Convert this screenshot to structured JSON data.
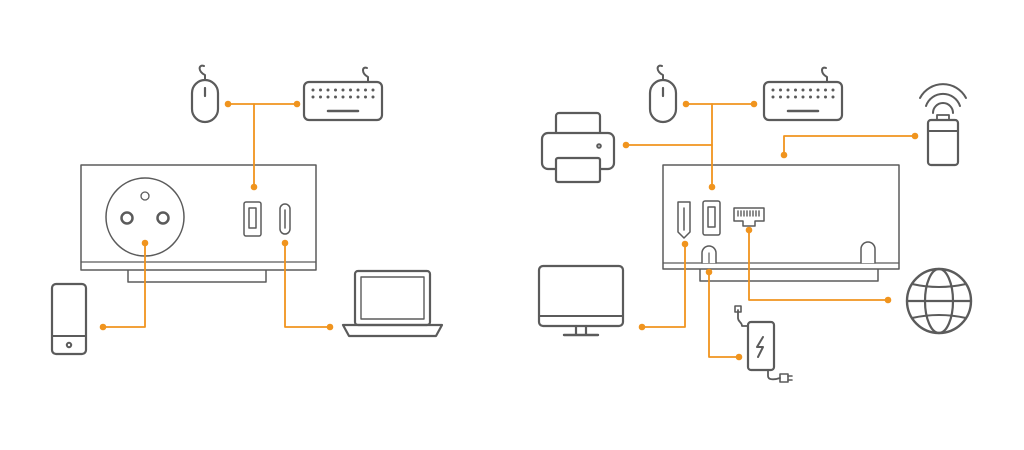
{
  "colors": {
    "device": "#5b5b5b",
    "wire": "#f0941e",
    "background": "#ffffff",
    "fill": "#ffffff"
  },
  "diagrams": [
    {
      "id": "socket-hub",
      "components": [
        "power-socket",
        "usb-a-port",
        "usb-c-port"
      ],
      "connections": [
        {
          "from": "usb-a-port",
          "to": "mouse-icon"
        },
        {
          "from": "usb-a-port",
          "to": "keyboard-icon"
        },
        {
          "from": "power-socket",
          "to": "smartphone-icon"
        },
        {
          "from": "usb-c-port",
          "to": "laptop-icon"
        }
      ]
    },
    {
      "id": "dock-hub",
      "components": [
        "hdmi-port",
        "usb-a-port",
        "ethernet-port",
        "power-input",
        "wireless-module"
      ],
      "connections": [
        {
          "from": "usb-a-port",
          "to": "mouse-icon"
        },
        {
          "from": "usb-a-port",
          "to": "keyboard-icon"
        },
        {
          "from": "usb-a-port",
          "to": "printer-icon"
        },
        {
          "from": "hdmi-port",
          "to": "monitor-icon"
        },
        {
          "from": "power-input",
          "to": "power-adapter-icon"
        },
        {
          "from": "ethernet-port",
          "to": "globe-icon"
        },
        {
          "from": "wireless-module",
          "to": "wireless-battery-icon"
        }
      ]
    }
  ]
}
